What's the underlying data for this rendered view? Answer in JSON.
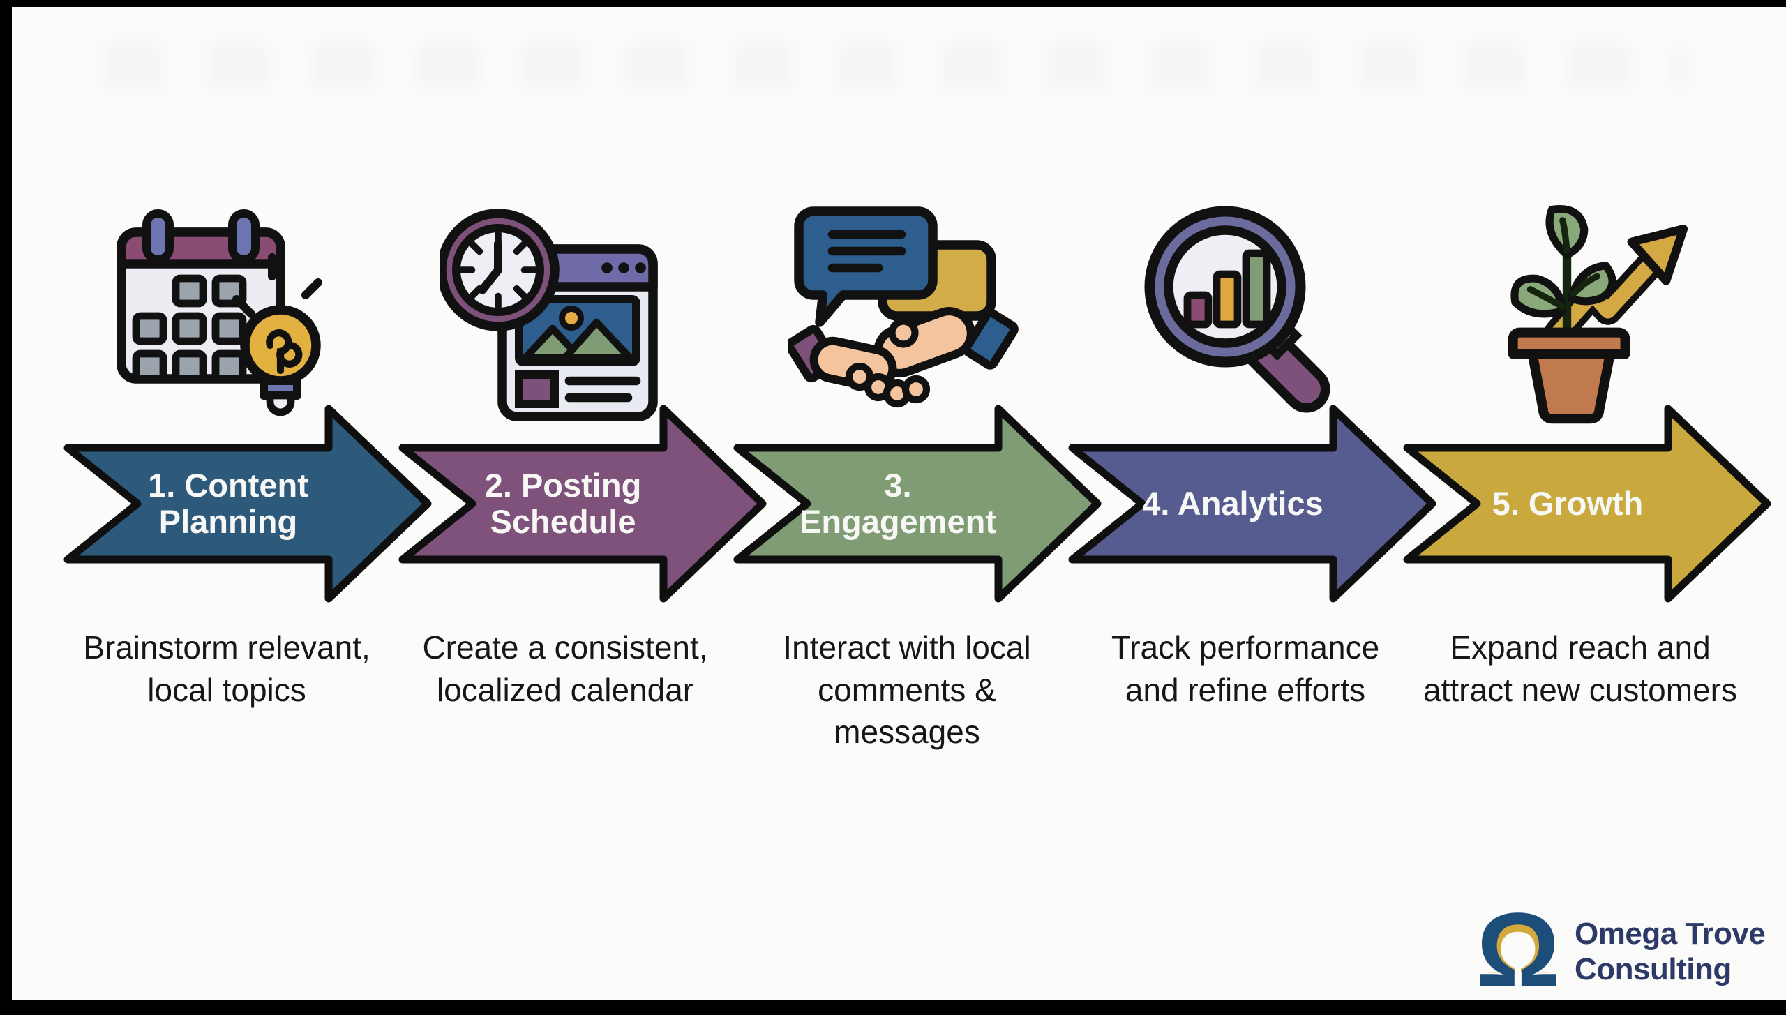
{
  "page": {
    "background": "#fbfbf9",
    "frame_color": "#000000"
  },
  "steps": [
    {
      "label": "1. Content Planning",
      "description": "Brainstorm relevant, local topics",
      "arrow_color": "#2d5a7b",
      "icon": "calendar-lightbulb-icon"
    },
    {
      "label": "2. Posting Schedule",
      "description": "Create a consistent, localized calendar",
      "arrow_color": "#7e527a",
      "icon": "clock-webpage-icon"
    },
    {
      "label": "3. Engagement",
      "description": "Interact with local comments & messages",
      "arrow_color": "#7f9c74",
      "icon": "chat-handshake-icon"
    },
    {
      "label": "4. Analytics",
      "description": "Track performance and refine efforts",
      "arrow_color": "#565b90",
      "icon": "magnifier-chart-icon"
    },
    {
      "label": "5. Growth",
      "description": "Expand reach and attract new customers",
      "arrow_color": "#c9a83e",
      "icon": "plant-growth-arrow-icon"
    }
  ],
  "branding": {
    "name_line1": "Omega Trove",
    "name_line2": "Consulting",
    "logo_icon": "omega-logo",
    "navy": "#2d3a68",
    "omega_blue": "#1d4e79",
    "omega_gold": "#d3a93d"
  }
}
